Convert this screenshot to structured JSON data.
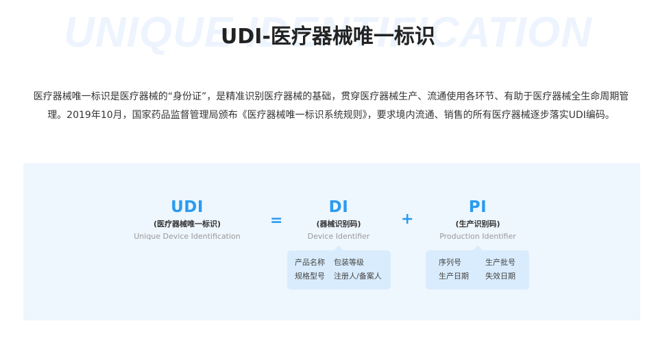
{
  "header": {
    "background_text": "UNIQUE IDENTIFICATION",
    "title": "UDI-医疗器械唯一标识"
  },
  "intro": {
    "text": "医疗器械唯一标识是医疗器械的“身份证”，是精准识别医疗器械的基础，贯穿医疗器械生产、流通使用各环节、有助于医疗器械全生命周期管理。2019年10月，国家药品监督管理局颁布《医疗器械唯一标识系统规则》，要求境内流通、销售的所有医疗器械逐步落实UDI编码。"
  },
  "diagram": {
    "accent_color": "#2a9bf0",
    "operators": {
      "equals": "=",
      "plus": "+"
    },
    "udi": {
      "abbr": "UDI",
      "cn": "(医疗器械唯一标识)",
      "en": "Unique Device Identification"
    },
    "di": {
      "abbr": "DI",
      "cn": "(器械识别码)",
      "en": "Device Identifier",
      "items": [
        "产品名称",
        "包装等级",
        "规格型号",
        "注册人/备案人"
      ]
    },
    "pi": {
      "abbr": "PI",
      "cn": "(生产识别码)",
      "en": "Production Identifier",
      "items": [
        "序列号",
        "生产批号",
        "生产日期",
        "失效日期"
      ]
    }
  }
}
